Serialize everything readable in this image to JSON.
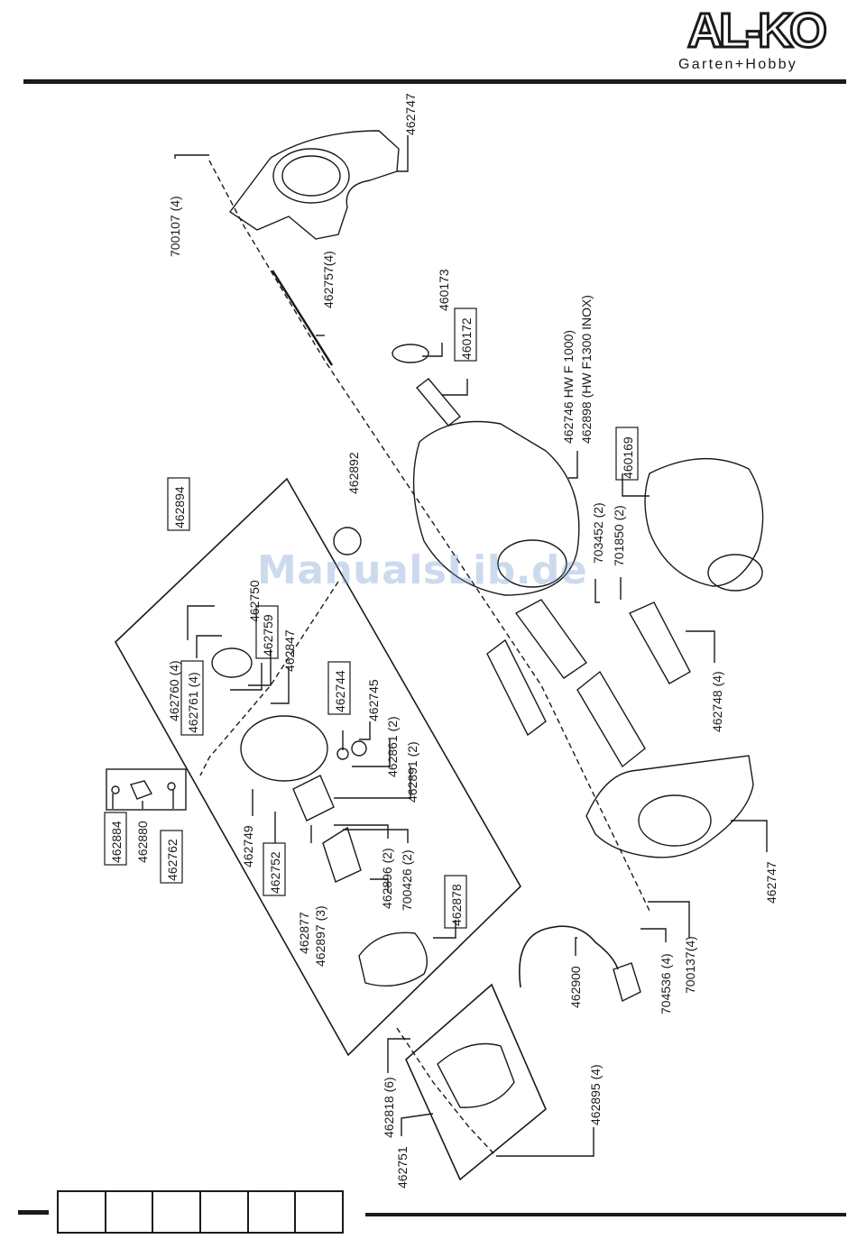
{
  "header": {
    "brand": "AL-KO",
    "tagline": "Garten+Hobby"
  },
  "watermark": "ManualsLib.de",
  "colors": {
    "ink": "#1a1a1a",
    "watermark": "#6e96cd",
    "paper": "#ffffff"
  },
  "labels": {
    "p462747_top": "462747",
    "p700107": "700107 (4)",
    "p462757": "462757(4)",
    "p460173": "460173",
    "p460172": "460172",
    "p462746": "462746 HW F 1000)",
    "p462898": "462898 (HW F1300 INOX)",
    "p462894": "462894",
    "p462892": "462892",
    "p460169": "460169",
    "p703452": "703452 (2)",
    "p701850": "701850 (2)",
    "p462750": "462750",
    "p462759": "462759",
    "p462847": "462847",
    "p462760": "462760 (4)",
    "p462761": "462761 (4)",
    "p462744": "462744",
    "p462745": "462745",
    "p462861": "462861 (2)",
    "p462891": "462891 (2)",
    "p462748": "462748 (4)",
    "p462749": "462749",
    "p462752": "462752",
    "p462896": "462896 (2)",
    "p700426": "700426 (2)",
    "p462877": "462877",
    "p462897": "462897 (3)",
    "p462884": "462884",
    "p462880": "462880",
    "p462762": "462762",
    "p462878": "462878",
    "p462747_bottom": "462747",
    "p462900": "462900",
    "p704536": "704536 (4)",
    "p700137": "700137(4)",
    "p462818": "462818 (6)",
    "p462751": "462751",
    "p462895": "462895 (4)"
  }
}
